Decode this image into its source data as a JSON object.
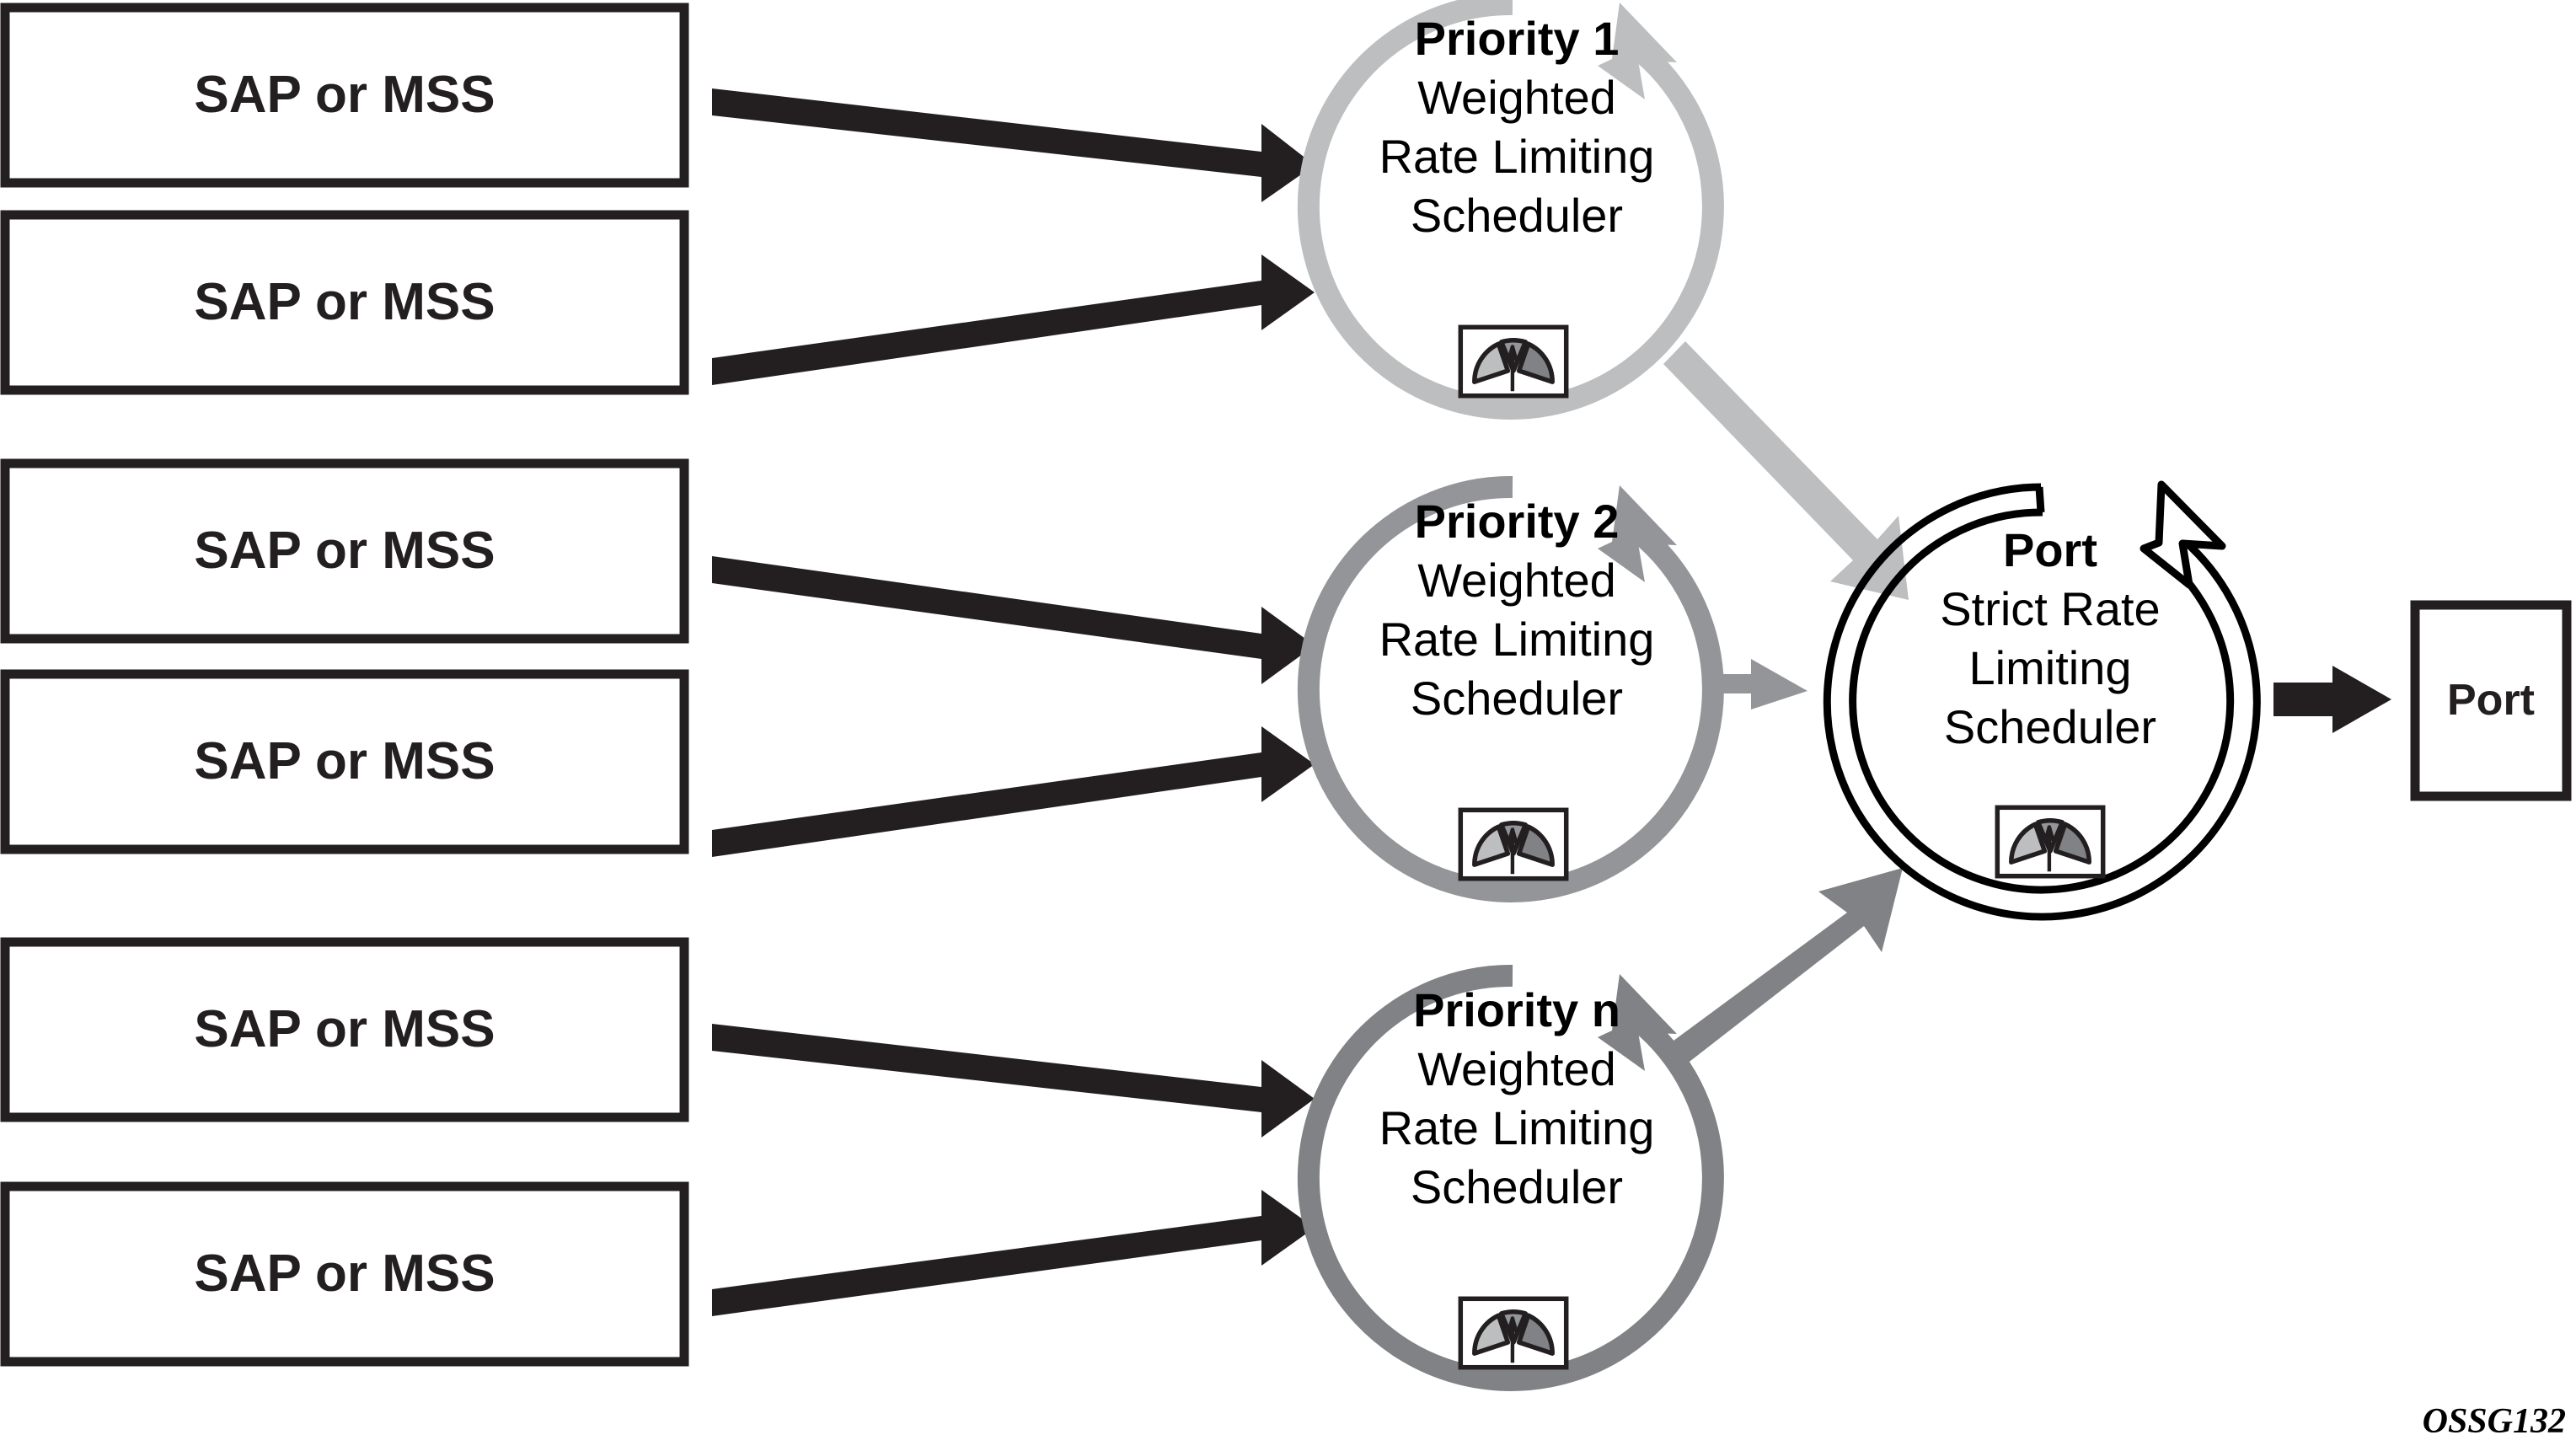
{
  "diagram": {
    "caption": "OSSG132",
    "colors": {
      "ink": "#231f20",
      "priority1": "#bcbec0",
      "priority2": "#939598",
      "priorityn": "#808285",
      "port_ring": "#000000",
      "gauge_light": "#bcbec0",
      "gauge_mid": "#939598",
      "gauge_dark": "#808285"
    },
    "sources": [
      {
        "label": "SAP or MSS"
      },
      {
        "label": "SAP or MSS"
      },
      {
        "label": "SAP or MSS"
      },
      {
        "label": "SAP or MSS"
      },
      {
        "label": "SAP or MSS"
      },
      {
        "label": "SAP or MSS"
      }
    ],
    "schedulers": [
      {
        "title": "Priority 1",
        "lines": [
          "Weighted",
          "Rate Limiting",
          "Scheduler"
        ],
        "icon": "gauge-icon"
      },
      {
        "title": "Priority 2",
        "lines": [
          "Weighted",
          "Rate Limiting",
          "Scheduler"
        ],
        "icon": "gauge-icon"
      },
      {
        "title": "Priority n",
        "lines": [
          "Weighted",
          "Rate Limiting",
          "Scheduler"
        ],
        "icon": "gauge-icon"
      }
    ],
    "port_scheduler": {
      "title": "Port",
      "lines": [
        "Strict Rate",
        "Limiting",
        "Scheduler"
      ],
      "icon": "gauge-icon"
    },
    "port_output": {
      "label": "Port"
    }
  }
}
